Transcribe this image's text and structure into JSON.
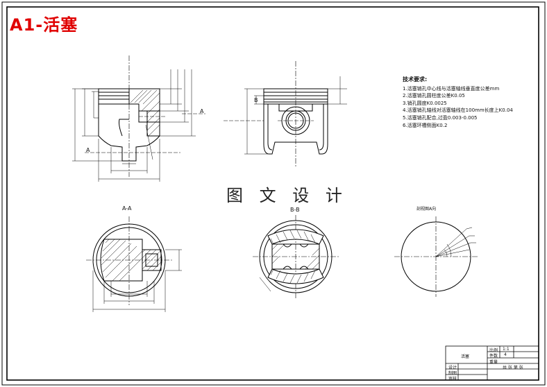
{
  "title": "A1-活塞",
  "watermark": "图 文 设 计",
  "view_labels": {
    "aa": "A-A",
    "bb": "B-B",
    "a_mark": "A",
    "b_mark": "B",
    "cutaway": "剖视图A向"
  },
  "tech_requirements": {
    "heading": "技术要求:",
    "items": [
      "1.活塞销孔中心线与活塞轴线垂直度公差mm",
      "2.活塞销孔圆柱度公差K0.05",
      "3.销孔圆度K0.0025",
      "4.活塞销孔轴线对活塞轴线在100mm长度上K0.04",
      "5.活塞销孔配合,过盈0.003-0.005",
      "6.活塞环槽侧面K0.2"
    ]
  },
  "title_block": {
    "part_name": "活塞",
    "scale_label": "比例",
    "scale_value": "1:1",
    "qty_label": "件数",
    "qty_value": "4",
    "weight_label": "重量",
    "design_label": "设计",
    "draw_label": "制图",
    "check_label": "审核",
    "sheet_info": "共 张 第 张"
  }
}
